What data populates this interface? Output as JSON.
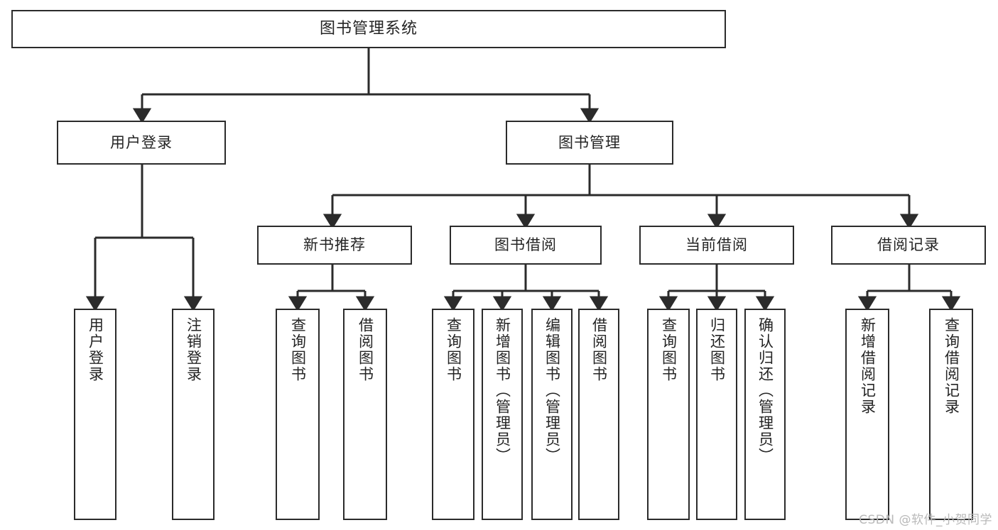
{
  "diagram": {
    "title": "图书管理系统",
    "type": "tree-hierarchy",
    "watermark": "CSDN @软件_小贺同学",
    "colors": {
      "box_border": "#2b2b2b",
      "box_fill": "#ffffff",
      "edge": "#2b2b2b",
      "text": "#242424",
      "watermark": "#b9b9b9",
      "background": "#ffffff"
    },
    "nodes": {
      "root": {
        "label": "图书管理系统"
      },
      "level2": [
        {
          "label": "用户登录"
        },
        {
          "label": "图书管理"
        }
      ],
      "level3": [
        {
          "label": "新书推荐"
        },
        {
          "label": "图书借阅"
        },
        {
          "label": "当前借阅"
        },
        {
          "label": "借阅记录"
        }
      ],
      "leaves": {
        "user_login": [
          {
            "label": "用户登录"
          },
          {
            "label": "注销登录"
          }
        ],
        "new_book": [
          {
            "label": "查询图书"
          },
          {
            "label": "借阅图书"
          }
        ],
        "book_borrow": [
          {
            "label": "查询图书"
          },
          {
            "label": "新增图书（管理员）"
          },
          {
            "label": "编辑图书（管理员）"
          },
          {
            "label": "借阅图书"
          }
        ],
        "current_borrow": [
          {
            "label": "查询图书"
          },
          {
            "label": "归还图书"
          },
          {
            "label": "确认归还（管理员）"
          }
        ],
        "borrow_record": [
          {
            "label": "新增借阅记录"
          },
          {
            "label": "查询借阅记录"
          }
        ]
      }
    }
  }
}
